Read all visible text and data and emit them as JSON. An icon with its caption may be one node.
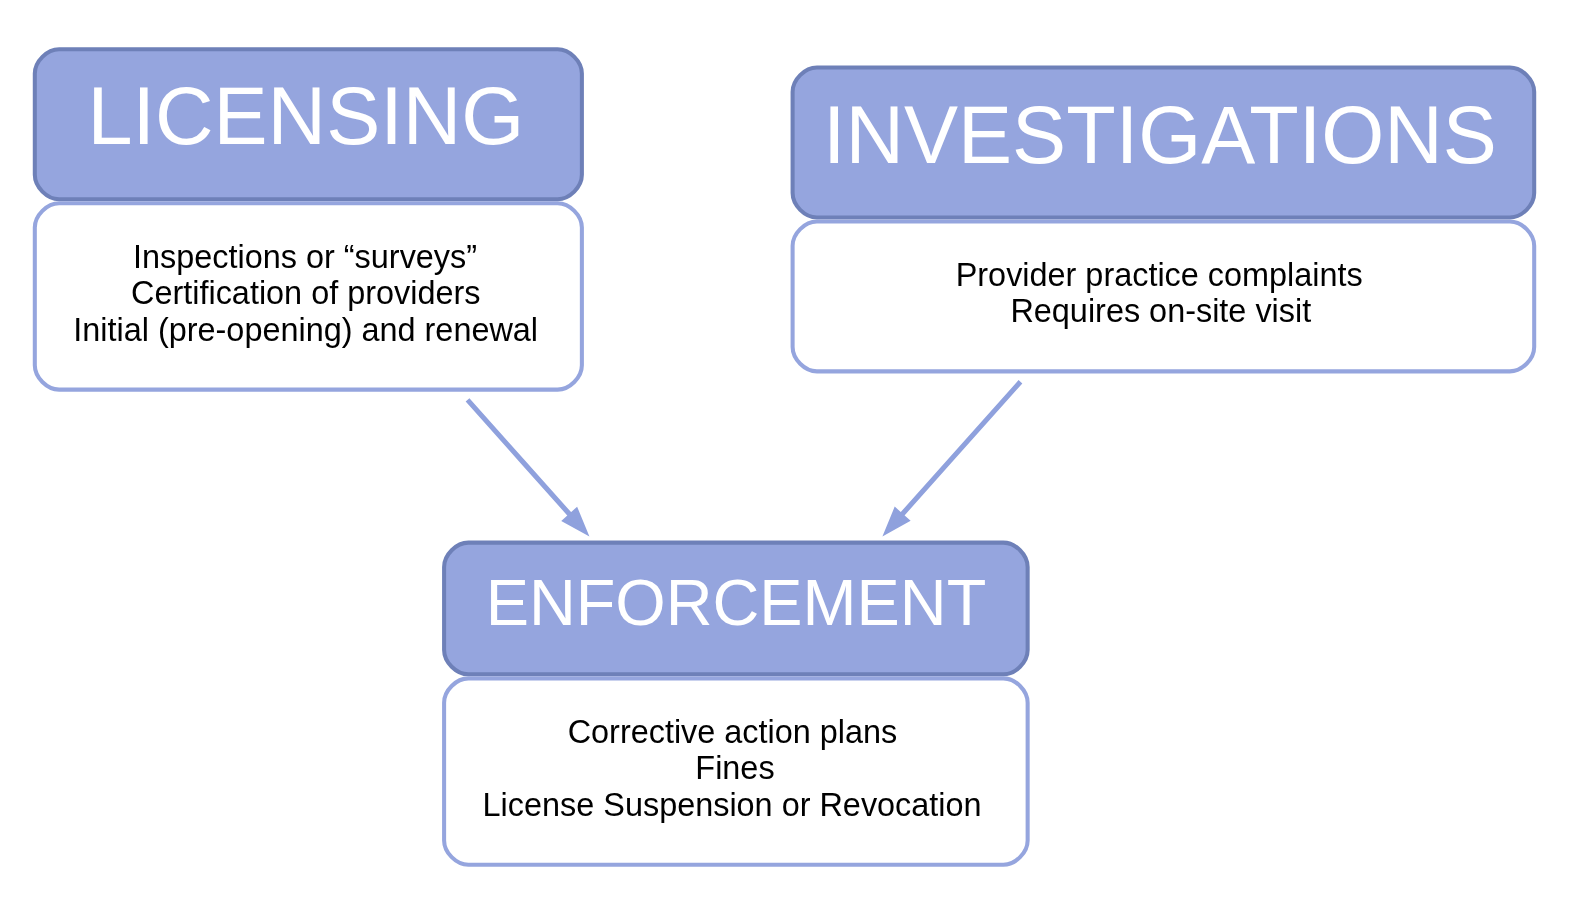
{
  "diagram": {
    "nodes": [
      {
        "text": [
          "LICENSING",
          "Inspections or “surveys”",
          "Certification of providers",
          "Initial (pre-opening) and renewal"
        ]
      },
      {
        "text": [
          "INVESTIGATIONS",
          "Provider practice complaints",
          "Requires on-site visit"
        ]
      },
      {
        "text": [
          "ENFORCEMENT",
          "Corrective action plans",
          "Fines",
          "License Suspension or Revocation"
        ]
      }
    ],
    "edges": [
      {
        "from": 0,
        "to": 2,
        "arrow": "to"
      },
      {
        "from": 1,
        "to": 2,
        "arrow": "to"
      }
    ]
  }
}
